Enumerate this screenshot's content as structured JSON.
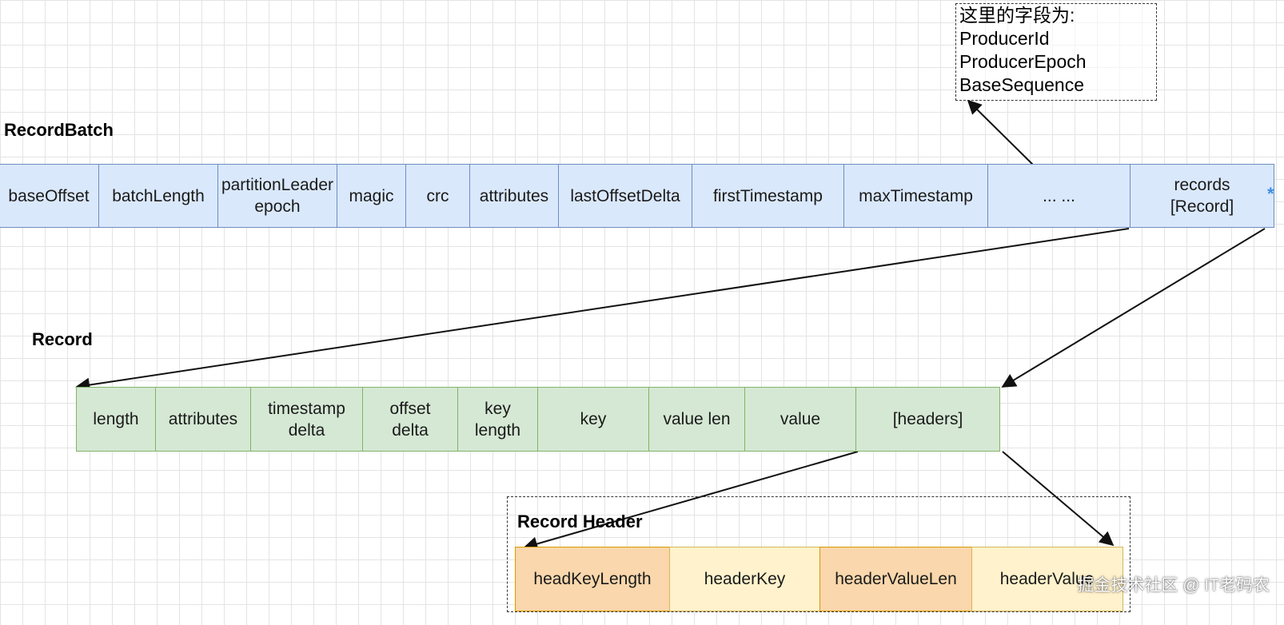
{
  "note": {
    "lines": [
      "这里的字段为:",
      "ProducerId",
      "ProducerEpoch",
      "BaseSequence"
    ]
  },
  "record_batch": {
    "title": "RecordBatch",
    "fields": [
      "baseOffset",
      "batchLength",
      "partitionLeader\nepoch",
      "magic",
      "crc",
      "attributes",
      "lastOffsetDelta",
      "firstTimestamp",
      "maxTimestamp",
      "... ...",
      "records\n[Record]"
    ]
  },
  "record": {
    "title": "Record",
    "fields": [
      "length",
      "attributes",
      "timestamp\ndelta",
      "offset\ndelta",
      "key\nlength",
      "key",
      "value len",
      "value",
      "[headers]"
    ]
  },
  "record_header": {
    "title": "Record Header",
    "fields": [
      "headKeyLength",
      "headerKey",
      "headerValueLen",
      "headerValue"
    ]
  },
  "connector_marker": "*",
  "watermark": "掘金技术社区 @ IT老码农"
}
